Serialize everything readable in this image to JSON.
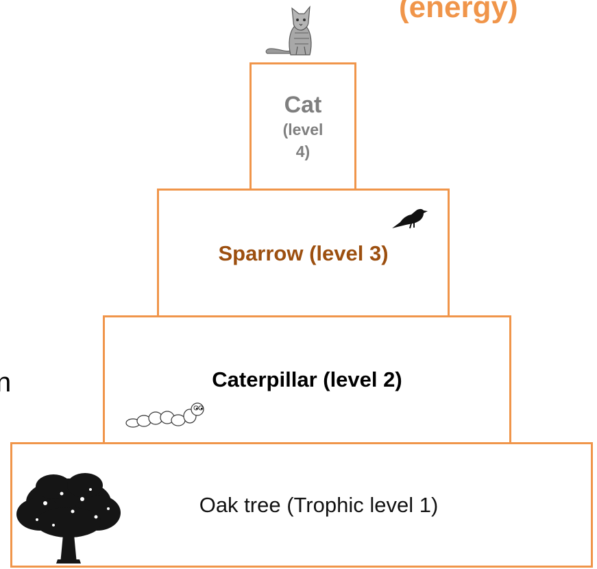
{
  "title_fragment": "(energy)",
  "left_fragment": "n",
  "pyramid": {
    "levels": [
      {
        "organism": "Cat",
        "level_text": "(level",
        "level_number": "4)",
        "icon": "cat-icon"
      },
      {
        "label": "Sparrow (level 3)",
        "icon": "sparrow-icon"
      },
      {
        "label": "Caterpillar (level 2)",
        "icon": "caterpillar-icon"
      },
      {
        "label": "Oak tree (Trophic level 1)",
        "icon": "oak-tree-icon"
      }
    ]
  },
  "colors": {
    "border": "#f0954a",
    "cat_text": "#7f7f7f",
    "sparrow_text": "#9c4f0f",
    "title_text": "#f0954a"
  }
}
